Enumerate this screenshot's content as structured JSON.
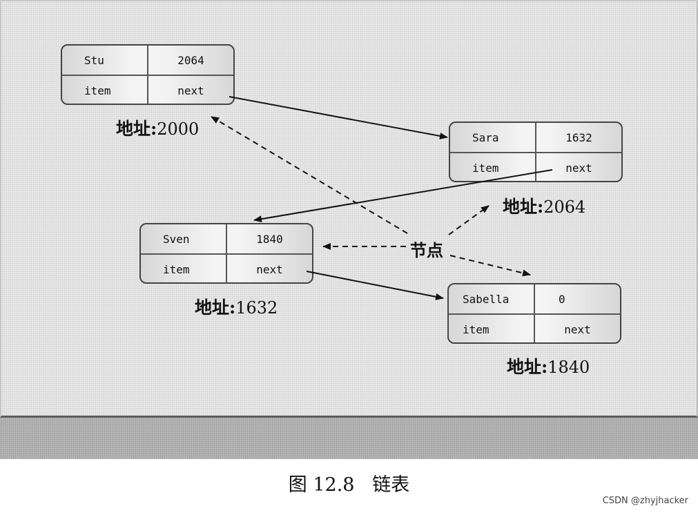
{
  "nodes": [
    {
      "id": "stu",
      "item_value": "Stu",
      "next_value": "2064",
      "item_label": "item",
      "next_label": "next",
      "address_label": "地址:",
      "address_value": "2000"
    },
    {
      "id": "sara",
      "item_value": "Sara",
      "next_value": "1632",
      "item_label": "item",
      "next_label": "next",
      "address_label": "地址:",
      "address_value": "2064"
    },
    {
      "id": "sven",
      "item_value": "Sven",
      "next_value": "1840",
      "item_label": "item",
      "next_label": "next",
      "address_label": "地址:",
      "address_value": "1632"
    },
    {
      "id": "sabella",
      "item_value": "Sabella",
      "next_value": "0",
      "item_label": "item",
      "next_label": "next",
      "address_label": "地址:",
      "address_value": "1840"
    }
  ],
  "node_label": "节点",
  "caption": "图 12.8   链表",
  "watermark": "CSDN @zhyjhacker"
}
